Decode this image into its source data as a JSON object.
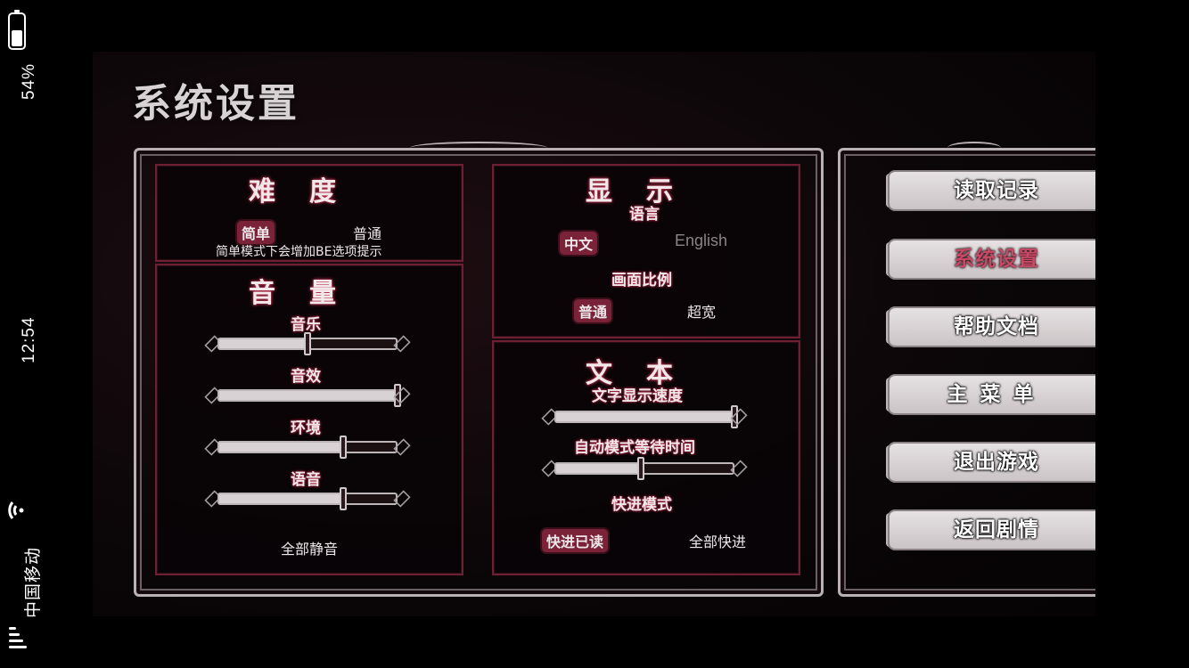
{
  "status_bar": {
    "battery": "54%",
    "battery_level": 0.54,
    "time": "12:54",
    "carrier": "中国移动"
  },
  "screen_title": "系统设置",
  "difficulty": {
    "title": "难度",
    "options": [
      "简单",
      "普通"
    ],
    "selected": "简单",
    "note": "简单模式下会增加BE选项提示"
  },
  "volume": {
    "title": "音量",
    "sliders": [
      {
        "label": "音乐",
        "value": 0.5
      },
      {
        "label": "音效",
        "value": 1.0
      },
      {
        "label": "环境",
        "value": 0.7
      },
      {
        "label": "语音",
        "value": 0.7
      }
    ],
    "mute_label": "全部静音"
  },
  "display": {
    "title": "显示",
    "language_label": "语言",
    "language_options": [
      "中文",
      "English"
    ],
    "language_selected": "中文",
    "ratio_label": "画面比例",
    "ratio_options": [
      "普通",
      "超宽"
    ],
    "ratio_selected": "普通"
  },
  "text": {
    "title": "文本",
    "speed_label": "文字显示速度",
    "speed_value": 1.0,
    "auto_label": "自动模式等待时间",
    "auto_value": 0.48,
    "skip_label": "快进模式",
    "skip_options": [
      "快进已读",
      "全部快进"
    ],
    "skip_selected": "快进已读"
  },
  "side_menu": {
    "items": [
      "读取记录",
      "系统设置",
      "帮助文档",
      "主菜单",
      "退出游戏",
      "返回剧情"
    ],
    "active": "系统设置"
  }
}
